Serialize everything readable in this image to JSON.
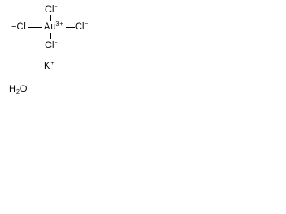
{
  "structure": {
    "chloride_top": {
      "symbol": "Cl",
      "charge": "−"
    },
    "chloride_left": {
      "prefix": "−",
      "symbol": "Cl"
    },
    "gold": {
      "symbol": "Au",
      "charge": "3+"
    },
    "chloride_right": {
      "symbol": "Cl",
      "charge": "−"
    },
    "chloride_bottom": {
      "symbol": "Cl",
      "charge": "−"
    },
    "potassium": {
      "symbol": "K",
      "charge": "+"
    },
    "water": {
      "h": "H",
      "count": "2",
      "o": "O"
    }
  }
}
